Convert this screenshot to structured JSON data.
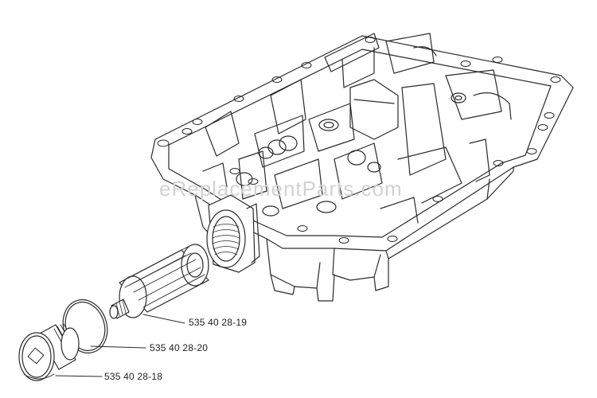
{
  "diagram": {
    "watermark": "eReplacementParts.com",
    "callouts": [
      {
        "id": "filter-element",
        "part_number": "535 40 28-19"
      },
      {
        "id": "o-ring",
        "part_number": "535 40 28-20"
      },
      {
        "id": "drain-plug",
        "part_number": "535 40 28-18"
      }
    ]
  },
  "colors": {
    "line": "#2a2a2a",
    "watermark": "#d2d2d2",
    "background": "#ffffff"
  }
}
